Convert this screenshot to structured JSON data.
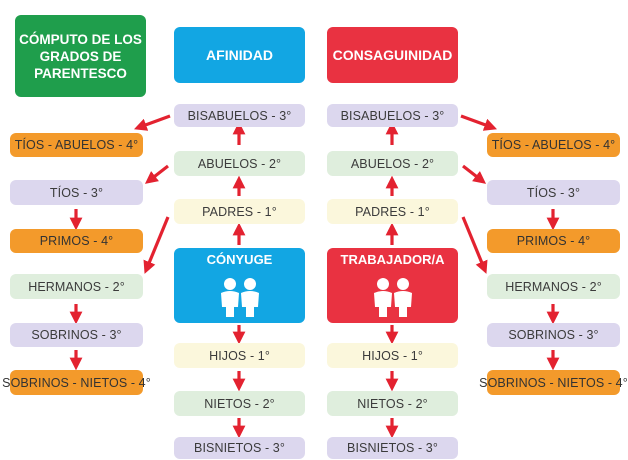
{
  "title": [
    "CÓMPUTO DE LOS",
    "GRADOS DE",
    "PARENTESCO"
  ],
  "headers": {
    "afinidad": "AFINIDAD",
    "consanguinidad": "CONSAGUINIDAD"
  },
  "center": {
    "left": "CÓNYUGE",
    "right": "TRABAJADOR/A"
  },
  "afinidad_col": {
    "bisabuelos": "BISABUELOS - 3°",
    "abuelos": "ABUELOS - 2°",
    "padres": "PADRES - 1°",
    "hijos": "HIJOS - 1°",
    "nietos": "NIETOS - 2°",
    "bisnietos": "BISNIETOS - 3°"
  },
  "consanguinidad_col": {
    "bisabuelos": "BISABUELOS - 3°",
    "abuelos": "ABUELOS - 2°",
    "padres": "PADRES - 1°",
    "hijos": "HIJOS - 1°",
    "nietos": "NIETOS - 2°",
    "bisnietos": "BISNIETOS - 3°"
  },
  "left_side": {
    "tios_abuelos": "TÍOS - ABUELOS - 4°",
    "tios": "TÍOS - 3°",
    "primos": "PRIMOS - 4°",
    "hermanos": "HERMANOS - 2°",
    "sobrinos": "SOBRINOS - 3°",
    "sobrinos_nietos": "SOBRINOS - NIETOS - 4°"
  },
  "right_side": {
    "tios_abuelos": "TÍOS - ABUELOS - 4°",
    "tios": "TÍOS - 3°",
    "primos": "PRIMOS - 4°",
    "hermanos": "HERMANOS - 2°",
    "sobrinos": "SOBRINOS - 3°",
    "sobrinos_nietos": "SOBRINOS - NIETOS - 4°"
  },
  "colors": {
    "title_green": "#1f9e4c",
    "afinidad_blue": "#12a6e3",
    "consanguinidad_red": "#e93241",
    "lavender": "#dcd7ee",
    "light_green": "#dfeedd",
    "light_yellow": "#fbf7dc",
    "orange": "#f39a2b",
    "arrow_red": "#e32230"
  }
}
